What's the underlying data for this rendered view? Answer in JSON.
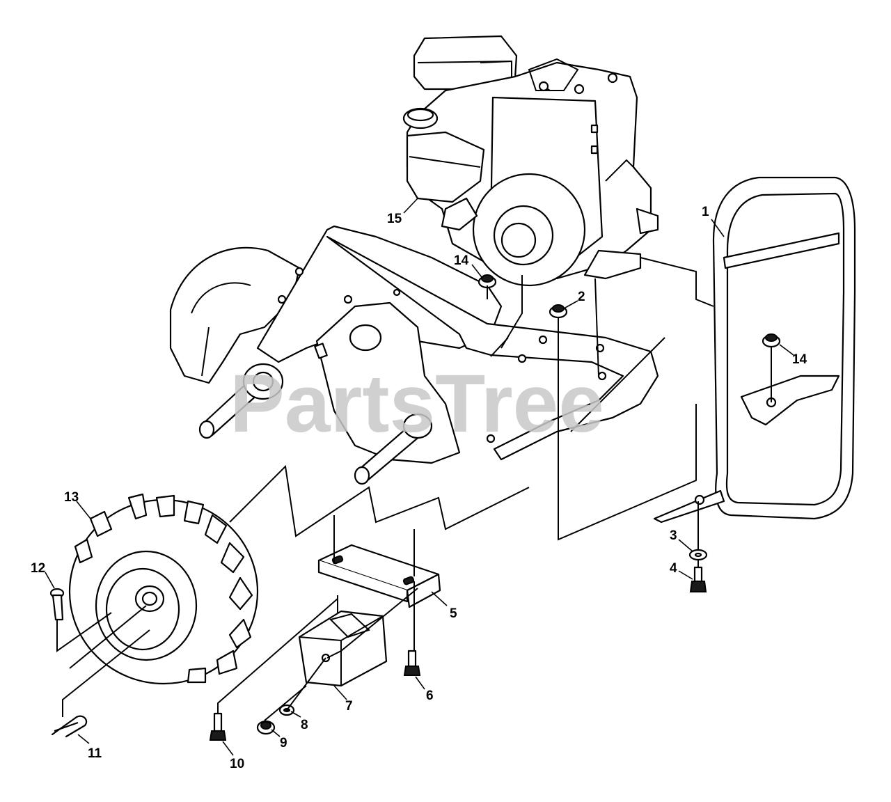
{
  "watermark": "PartsTree",
  "callouts": [
    {
      "id": "1",
      "label": "1"
    },
    {
      "id": "2",
      "label": "2"
    },
    {
      "id": "3",
      "label": "3"
    },
    {
      "id": "4",
      "label": "4"
    },
    {
      "id": "5",
      "label": "5"
    },
    {
      "id": "6",
      "label": "6"
    },
    {
      "id": "7",
      "label": "7"
    },
    {
      "id": "8",
      "label": "8"
    },
    {
      "id": "9",
      "label": "9"
    },
    {
      "id": "10",
      "label": "10"
    },
    {
      "id": "11",
      "label": "11"
    },
    {
      "id": "12",
      "label": "12"
    },
    {
      "id": "13",
      "label": "13"
    },
    {
      "id": "14a",
      "label": "14"
    },
    {
      "id": "14b",
      "label": "14"
    },
    {
      "id": "15",
      "label": "15"
    }
  ]
}
